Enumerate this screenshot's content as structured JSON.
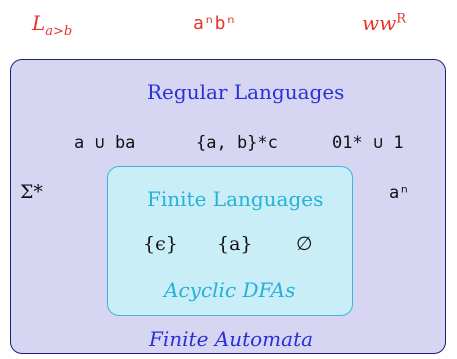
{
  "top_labels": {
    "left": "L",
    "left_sub": "a>b",
    "middle": "aⁿbⁿ",
    "right": "ww",
    "right_sup": "R"
  },
  "outer_box": {
    "title": "Regular Languages",
    "footer": "Finite Automata",
    "row1": [
      "a ∪ ba",
      "{a, b}*c",
      "01* ∪ 1"
    ],
    "side_left": "Σ*",
    "side_right": "aⁿ"
  },
  "inner_box": {
    "title": "Finite Languages",
    "items": [
      "{ϵ}",
      "{a}",
      "∅"
    ],
    "footer": "Acyclic DFAs"
  },
  "colors": {
    "outer_border": "#1f1f7a",
    "outer_fill": "#d6d6f2",
    "inner_border": "#3ab7da",
    "inner_fill": "#c9eef8",
    "red": "#e8322b",
    "blue": "#2b2fd6",
    "cyan": "#27b0d8"
  }
}
